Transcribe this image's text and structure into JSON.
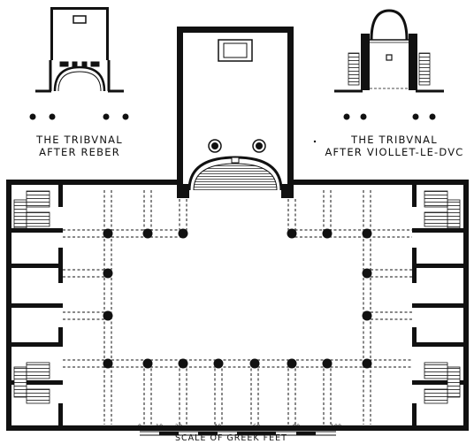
{
  "tribunal_left": {
    "line1": "THE TRIBVNAL",
    "line2": "AFTER REBER"
  },
  "tribunal_right": {
    "line1": "THE TRIBVNAL",
    "line2": "AFTER VIOLLET-LE-DVC"
  },
  "scale": {
    "caption": "SCALE OF GREEK FEET",
    "ticks": [
      "0",
      "10",
      "20",
      "40",
      "60",
      "80",
      "100"
    ]
  },
  "colors": {
    "ink": "#111111",
    "paper": "#ffffff"
  }
}
